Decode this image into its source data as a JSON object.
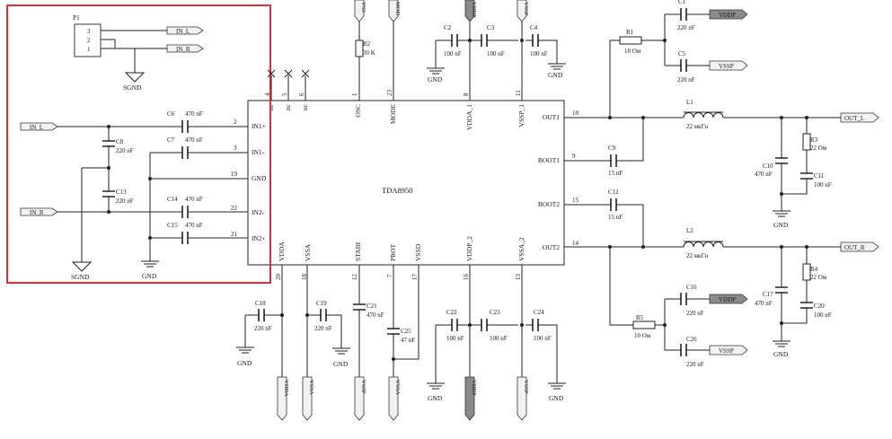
{
  "ic": {
    "name": "TDA8950",
    "left_pins": [
      {
        "num": "2",
        "name": "IN1+"
      },
      {
        "num": "3",
        "name": "IN1-"
      },
      {
        "num": "19",
        "name": "GND"
      },
      {
        "num": "22",
        "name": "IN2-"
      },
      {
        "num": "21",
        "name": "IN2+"
      }
    ],
    "right_pins": [
      {
        "num": "10",
        "name": "OUT1"
      },
      {
        "num": "9",
        "name": "BOOT1"
      },
      {
        "num": "15",
        "name": "BOOT2"
      },
      {
        "num": "14",
        "name": "OUT2"
      }
    ],
    "top_pins": [
      {
        "num": "4",
        "name": "nc"
      },
      {
        "num": "5",
        "name": "nc"
      },
      {
        "num": "6",
        "name": "nc"
      },
      {
        "num": "1",
        "name": "OSC"
      },
      {
        "num": "23",
        "name": "MODE"
      },
      {
        "num": "8",
        "name": "VDDA_1"
      },
      {
        "num": "11",
        "name": "VSSP_1"
      }
    ],
    "bottom_pins": [
      {
        "num": "20",
        "name": "VDDA"
      },
      {
        "num": "18",
        "name": "VSSA"
      },
      {
        "num": "12",
        "name": "STABI"
      },
      {
        "num": "7",
        "name": "PROT"
      },
      {
        "num": "17",
        "name": "VSSD"
      },
      {
        "num": "16",
        "name": "VDDP_2"
      },
      {
        "num": "13",
        "name": "VSSA_2"
      }
    ]
  },
  "connector": {
    "ref": "P1",
    "pins": [
      "3",
      "2",
      "1"
    ],
    "gnd": "SGND"
  },
  "components": [
    {
      "id": "c6",
      "ref": "C6",
      "value": "470 nF"
    },
    {
      "id": "c7",
      "ref": "C7",
      "value": "470 nF"
    },
    {
      "id": "c14",
      "ref": "C14",
      "value": "470 nF"
    },
    {
      "id": "c15",
      "ref": "C15",
      "value": "470 nF"
    },
    {
      "id": "c8",
      "ref": "C8",
      "value": "220 nF"
    },
    {
      "id": "c13",
      "ref": "C13",
      "value": "220 nF"
    },
    {
      "id": "r2",
      "ref": "R2",
      "value": "30 K"
    },
    {
      "id": "c2",
      "ref": "C2",
      "value": "100 nF"
    },
    {
      "id": "c3",
      "ref": "C3",
      "value": "100 nF"
    },
    {
      "id": "c4",
      "ref": "C4",
      "value": "100 nF"
    },
    {
      "id": "r1",
      "ref": "R1",
      "value": "10 Ом"
    },
    {
      "id": "c1",
      "ref": "C1",
      "value": "220 nF"
    },
    {
      "id": "c5",
      "ref": "C5",
      "value": "220 nF"
    },
    {
      "id": "l1",
      "ref": "L1",
      "value": "22 мкГн"
    },
    {
      "id": "c9",
      "ref": "C9",
      "value": "15 nF"
    },
    {
      "id": "c12",
      "ref": "C12",
      "value": "15 nF"
    },
    {
      "id": "l2",
      "ref": "L2",
      "value": "22 мкГн"
    },
    {
      "id": "r3",
      "ref": "R3",
      "value": "22 Ом"
    },
    {
      "id": "c10",
      "ref": "C10",
      "value": "470 nF"
    },
    {
      "id": "c11",
      "ref": "C11",
      "value": "100 nF"
    },
    {
      "id": "r4",
      "ref": "R4",
      "value": "22 Ом"
    },
    {
      "id": "c17",
      "ref": "C17",
      "value": "470 nF"
    },
    {
      "id": "c20",
      "ref": "C20",
      "value": "100 nF"
    },
    {
      "id": "c16",
      "ref": "C16",
      "value": "220 nF"
    },
    {
      "id": "c26",
      "ref": "C26",
      "value": "220 nF"
    },
    {
      "id": "r5",
      "ref": "R5",
      "value": "10 Ом"
    },
    {
      "id": "c18",
      "ref": "C18",
      "value": "220 nF"
    },
    {
      "id": "c19",
      "ref": "C19",
      "value": "220 nF"
    },
    {
      "id": "c21",
      "ref": "C21",
      "value": "470 nF"
    },
    {
      "id": "c25",
      "ref": "C25",
      "value": "47 nF"
    },
    {
      "id": "c22",
      "ref": "C22",
      "value": "100 nF"
    },
    {
      "id": "c23",
      "ref": "C23",
      "value": "100 nF"
    },
    {
      "id": "c24",
      "ref": "C24",
      "value": "100 nF"
    }
  ],
  "nets": {
    "in_l": "IN_L",
    "in_r": "IN_R",
    "out_l": "OUT_L",
    "out_r": "OUT_R",
    "vddp": "VDDP",
    "vssp": "VSSP",
    "vdda": "VDDA",
    "vssa": "VSSA",
    "vss": "VSS",
    "mod": "MOD",
    "gnd": "GND",
    "sgnd": "SGND"
  },
  "colors": {
    "highlight": "#d1343a",
    "wire": "#222222",
    "flag_dark": "#8a8a8a"
  }
}
